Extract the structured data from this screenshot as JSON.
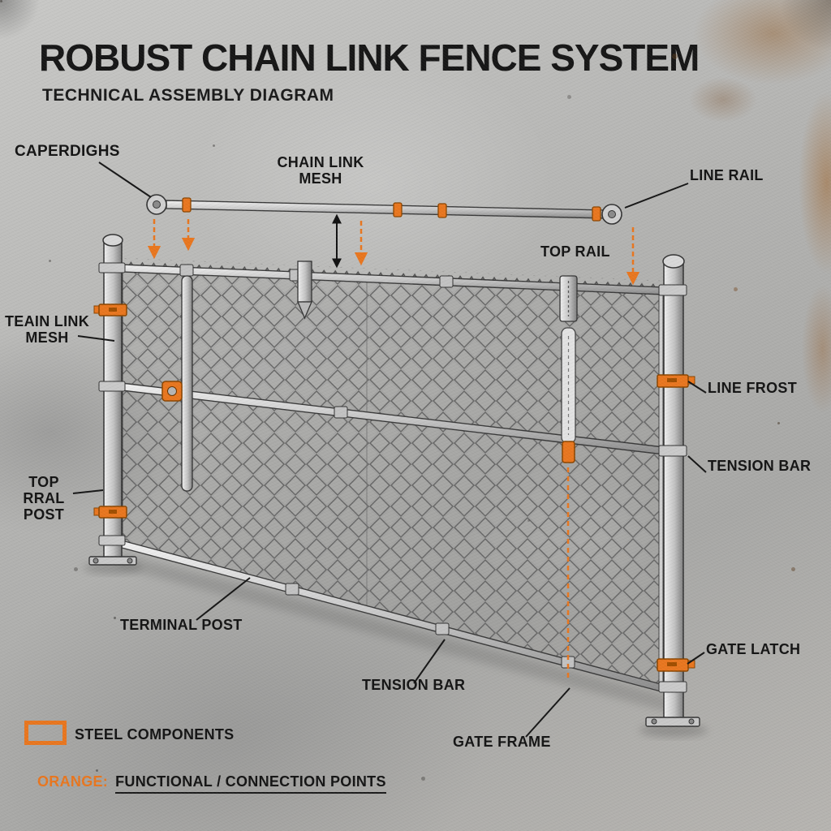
{
  "header": {
    "title": "ROBUST CHAIN LINK FENCE SYSTEM",
    "subtitle": "TECHNICAL ASSEMBLY DIAGRAM"
  },
  "labels": {
    "caperdighs": "CAPERDIGHS",
    "chain_link_mesh": "CHAIN LINK\nMESH",
    "line_rail": "LINE RAIL",
    "top_rail": "TOP RAIL",
    "teain_link_mesh": "TEAIN LINK\nMESH",
    "line_frost": "LINE FROST",
    "tension_bar_right": "TENSION BAR",
    "top_rral_post": "TOP RRAL\nPOST",
    "terminal_post": "TERMINAL POST",
    "tension_bar_bottom": "TENSION BAR",
    "gate_latch": "GATE LATCH",
    "gate_frame": "GATE FRAME"
  },
  "legend": {
    "steel_components": "STEEL COMPONENTS",
    "orange_prefix": "ORANGE:",
    "orange_description": "FUNCTIONAL / CONNECTION POINTS"
  },
  "colors": {
    "accent_orange": "#e8761f",
    "accent_orange_dark": "#8a4500",
    "label_text": "#141414",
    "steel_light": "#d6d6d6",
    "steel_dark": "#5a5a5a",
    "background_gray": "#b3b3b1"
  }
}
